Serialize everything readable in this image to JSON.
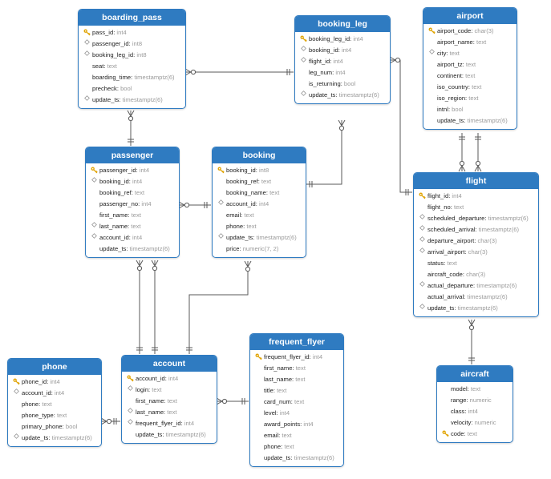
{
  "colors": {
    "header": "#2f7bc1",
    "line": "#5a5a5a",
    "key": "#e0a300"
  },
  "tables": [
    {
      "id": "boarding_pass",
      "title": "boarding_pass",
      "rows": [
        {
          "icon": "key",
          "name": "pass_id",
          "type": "int4"
        },
        {
          "icon": "fk",
          "name": "passenger_id",
          "type": "int8"
        },
        {
          "icon": "fk",
          "name": "booking_leg_id",
          "type": "int8"
        },
        {
          "icon": "none",
          "name": "seat",
          "type": "text"
        },
        {
          "icon": "none",
          "name": "boarding_time",
          "type": "timestamptz(6)"
        },
        {
          "icon": "none",
          "name": "precheck",
          "type": "bool"
        },
        {
          "icon": "fk",
          "name": "update_ts",
          "type": "timestamptz(6)"
        }
      ]
    },
    {
      "id": "booking_leg",
      "title": "booking_leg",
      "rows": [
        {
          "icon": "key",
          "name": "booking_leg_id",
          "type": "int4"
        },
        {
          "icon": "fk",
          "name": "booking_id",
          "type": "int4"
        },
        {
          "icon": "fk",
          "name": "flight_id",
          "type": "int4"
        },
        {
          "icon": "none",
          "name": "leg_num",
          "type": "int4"
        },
        {
          "icon": "none",
          "name": "is_returning",
          "type": "bool"
        },
        {
          "icon": "fk",
          "name": "update_ts",
          "type": "timestamptz(6)"
        }
      ]
    },
    {
      "id": "airport",
      "title": "airport",
      "rows": [
        {
          "icon": "key",
          "name": "airport_code",
          "type": "char(3)"
        },
        {
          "icon": "none",
          "name": "airport_name",
          "type": "text"
        },
        {
          "icon": "fk",
          "name": "city",
          "type": "text"
        },
        {
          "icon": "none",
          "name": "airport_tz",
          "type": "text"
        },
        {
          "icon": "none",
          "name": "continent",
          "type": "text"
        },
        {
          "icon": "none",
          "name": "iso_country",
          "type": "text"
        },
        {
          "icon": "none",
          "name": "iso_region",
          "type": "text"
        },
        {
          "icon": "none",
          "name": "intnl",
          "type": "bool"
        },
        {
          "icon": "none",
          "name": "update_ts",
          "type": "timestamptz(6)"
        }
      ]
    },
    {
      "id": "passenger",
      "title": "passenger",
      "rows": [
        {
          "icon": "key",
          "name": "passenger_id",
          "type": "int4"
        },
        {
          "icon": "fk",
          "name": "booking_id",
          "type": "int4"
        },
        {
          "icon": "none",
          "name": "booking_ref",
          "type": "text"
        },
        {
          "icon": "none",
          "name": "passenger_no",
          "type": "int4"
        },
        {
          "icon": "none",
          "name": "first_name",
          "type": "text"
        },
        {
          "icon": "fk",
          "name": "last_name",
          "type": "text"
        },
        {
          "icon": "fk",
          "name": "account_id",
          "type": "int4"
        },
        {
          "icon": "none",
          "name": "update_ts",
          "type": "timestamptz(6)"
        }
      ]
    },
    {
      "id": "booking",
      "title": "booking",
      "rows": [
        {
          "icon": "key",
          "name": "booking_id",
          "type": "int8"
        },
        {
          "icon": "none",
          "name": "booking_ref",
          "type": "text"
        },
        {
          "icon": "none",
          "name": "booking_name",
          "type": "text"
        },
        {
          "icon": "fk",
          "name": "account_id",
          "type": "int4"
        },
        {
          "icon": "none",
          "name": "email",
          "type": "text"
        },
        {
          "icon": "none",
          "name": "phone",
          "type": "text"
        },
        {
          "icon": "fk",
          "name": "update_ts",
          "type": "timestamptz(6)"
        },
        {
          "icon": "none",
          "name": "price",
          "type": "numeric(7, 2)"
        }
      ]
    },
    {
      "id": "flight",
      "title": "flight",
      "rows": [
        {
          "icon": "key",
          "name": "flight_id",
          "type": "int4"
        },
        {
          "icon": "none",
          "name": "flight_no",
          "type": "text"
        },
        {
          "icon": "fk",
          "name": "scheduled_departure",
          "type": "timestamptz(6)"
        },
        {
          "icon": "fk",
          "name": "scheduled_arrival",
          "type": "timestamptz(6)"
        },
        {
          "icon": "fk",
          "name": "departure_airport",
          "type": "char(3)"
        },
        {
          "icon": "fk",
          "name": "arrival_airport",
          "type": "char(3)"
        },
        {
          "icon": "none",
          "name": "status",
          "type": "text"
        },
        {
          "icon": "none",
          "name": "aircraft_code",
          "type": "char(3)"
        },
        {
          "icon": "fk",
          "name": "actual_departure",
          "type": "timestamptz(6)"
        },
        {
          "icon": "none",
          "name": "actual_arrival",
          "type": "timestamptz(6)"
        },
        {
          "icon": "fk",
          "name": "update_ts",
          "type": "timestamptz(6)"
        }
      ]
    },
    {
      "id": "frequent_flyer",
      "title": "frequent_flyer",
      "rows": [
        {
          "icon": "key",
          "name": "frequent_flyer_id",
          "type": "int4"
        },
        {
          "icon": "none",
          "name": "first_name",
          "type": "text"
        },
        {
          "icon": "none",
          "name": "last_name",
          "type": "text"
        },
        {
          "icon": "none",
          "name": "title",
          "type": "text"
        },
        {
          "icon": "none",
          "name": "card_num",
          "type": "text"
        },
        {
          "icon": "none",
          "name": "level",
          "type": "int4"
        },
        {
          "icon": "none",
          "name": "award_points",
          "type": "int4"
        },
        {
          "icon": "none",
          "name": "email",
          "type": "text"
        },
        {
          "icon": "none",
          "name": "phone",
          "type": "text"
        },
        {
          "icon": "none",
          "name": "update_ts",
          "type": "timestamptz(6)"
        }
      ]
    },
    {
      "id": "phone",
      "title": "phone",
      "rows": [
        {
          "icon": "key",
          "name": "phone_id",
          "type": "int4"
        },
        {
          "icon": "fk",
          "name": "account_id",
          "type": "int4"
        },
        {
          "icon": "none",
          "name": "phone",
          "type": "text"
        },
        {
          "icon": "none",
          "name": "phone_type",
          "type": "text"
        },
        {
          "icon": "none",
          "name": "primary_phone",
          "type": "bool"
        },
        {
          "icon": "fk",
          "name": "update_ts",
          "type": "timestamptz(6)"
        }
      ]
    },
    {
      "id": "account",
      "title": "account",
      "rows": [
        {
          "icon": "key",
          "name": "account_id",
          "type": "int4"
        },
        {
          "icon": "fk",
          "name": "login",
          "type": "text"
        },
        {
          "icon": "none",
          "name": "first_name",
          "type": "text"
        },
        {
          "icon": "fk",
          "name": "last_name",
          "type": "text"
        },
        {
          "icon": "fk",
          "name": "frequent_flyer_id",
          "type": "int4"
        },
        {
          "icon": "none",
          "name": "update_ts",
          "type": "timestamptz(6)"
        }
      ]
    },
    {
      "id": "aircraft",
      "title": "aircraft",
      "rows": [
        {
          "icon": "none",
          "name": "model",
          "type": "text"
        },
        {
          "icon": "none",
          "name": "range",
          "type": "numeric"
        },
        {
          "icon": "none",
          "name": "class",
          "type": "int4"
        },
        {
          "icon": "none",
          "name": "velocity",
          "type": "numeric"
        },
        {
          "icon": "key",
          "name": "code",
          "type": "text"
        }
      ]
    }
  ]
}
